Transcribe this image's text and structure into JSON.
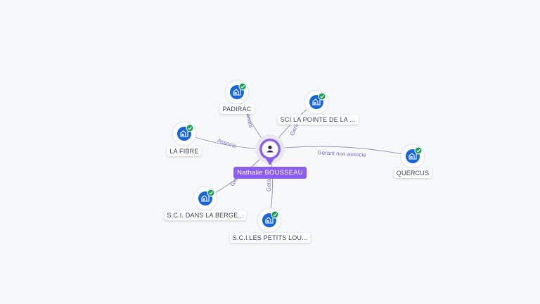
{
  "center": {
    "name": "Nathalie BOUSSEAU",
    "color": "#8b5cf6"
  },
  "colors": {
    "company": "#1565e0",
    "check": "#16a34a",
    "edge": "#8c8fa8",
    "edge_label": "#7a6ad8"
  },
  "nodes": [
    {
      "id": "padirac",
      "label": "PADIRAC",
      "relation": "Gerant",
      "icon": "building-icon",
      "verified": true
    },
    {
      "id": "sci-pointe",
      "label": "SCI LA POINTE DE LA ...",
      "relation": "Gerant",
      "icon": "building-icon",
      "verified": true
    },
    {
      "id": "la-fibre",
      "label": "LA FIBRE",
      "relation": "Associe",
      "icon": "building-icon",
      "verified": true
    },
    {
      "id": "quercus",
      "label": "QUERCUS",
      "relation": "Gerant non associe",
      "icon": "building-icon",
      "verified": true
    },
    {
      "id": "sci-berge",
      "label": "S.C.I. DANS LA BERGE...",
      "relation": "Gerant",
      "icon": "building-icon",
      "verified": true
    },
    {
      "id": "sci-petits",
      "label": "S.C.I.LES PETITS LOU...",
      "relation": "Gerant",
      "icon": "building-icon",
      "verified": true
    }
  ]
}
